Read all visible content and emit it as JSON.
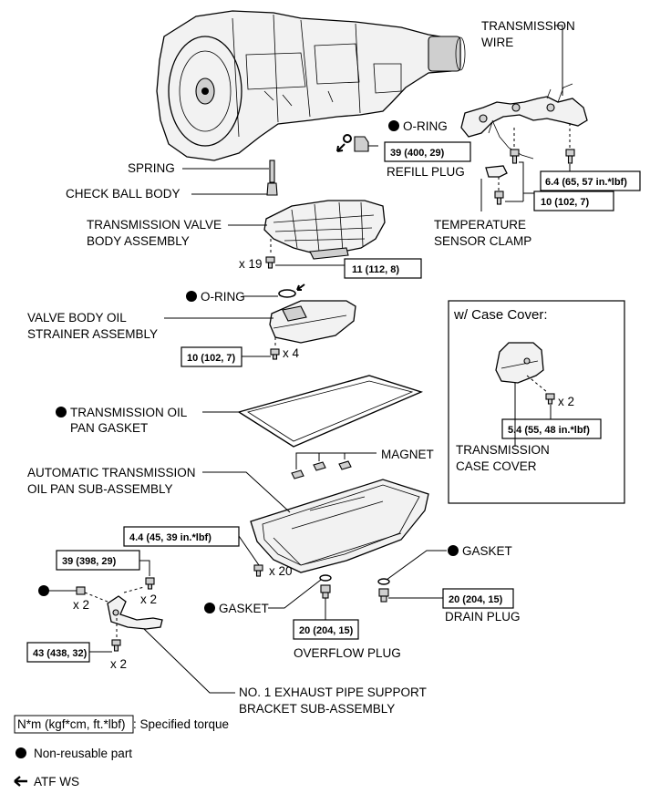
{
  "labels": {
    "transmission_wire_1": "TRANSMISSION",
    "transmission_wire_2": "WIRE",
    "o_ring_top": "O-RING",
    "refill_plug": "REFILL PLUG",
    "spring": "SPRING",
    "check_ball_body": "CHECK BALL BODY",
    "temp_clamp_1": "TEMPERATURE",
    "temp_clamp_2": "SENSOR CLAMP",
    "valve_body_1": "TRANSMISSION VALVE",
    "valve_body_2": "BODY ASSEMBLY",
    "x19": "x 19",
    "o_ring_mid": "O-RING",
    "strainer_1": "VALVE BODY OIL",
    "strainer_2": "STRAINER ASSEMBLY",
    "x4": "x 4",
    "case_cover_title": "w/ Case Cover:",
    "x2_cover": "x 2",
    "case_cover_1": "TRANSMISSION",
    "case_cover_2": "CASE COVER",
    "pan_gasket_1": "TRANSMISSION OIL",
    "pan_gasket_2": "PAN GASKET",
    "magnet": "MAGNET",
    "oil_pan_1": "AUTOMATIC TRANSMISSION",
    "oil_pan_2": "OIL PAN SUB-ASSEMBLY",
    "x20": "x 20",
    "gasket_right": "GASKET",
    "x2_left": "x 2",
    "x2_mid": "x 2",
    "gasket_mid": "GASKET",
    "drain_plug": "DRAIN PLUG",
    "x2_bottom": "x 2",
    "overflow_plug": "OVERFLOW PLUG",
    "bracket_1": "NO. 1 EXHAUST PIPE SUPPORT",
    "bracket_2": "BRACKET SUB-ASSEMBLY"
  },
  "torques": {
    "refill": "39 (400, 29)",
    "wire": "6.4 (65, 57 in.*lbf)",
    "clamp": "10 (102, 7)",
    "valve": "11 (112, 8)",
    "strainer": "10 (102, 7)",
    "cover": "5.4 (55, 48 in.*lbf)",
    "pan": "4.4 (45, 39 in.*lbf)",
    "bracket_top": "39 (398, 29)",
    "drain": "20 (204, 15)",
    "overflow": "20 (204, 15)",
    "bracket_bottom": "43 (438, 32)"
  },
  "legend": {
    "torque_unit": "N*m (kgf*cm, ft.*lbf)",
    "torque_text": ": Specified torque",
    "non_reusable": "Non-reusable part",
    "atf": "ATF WS"
  }
}
